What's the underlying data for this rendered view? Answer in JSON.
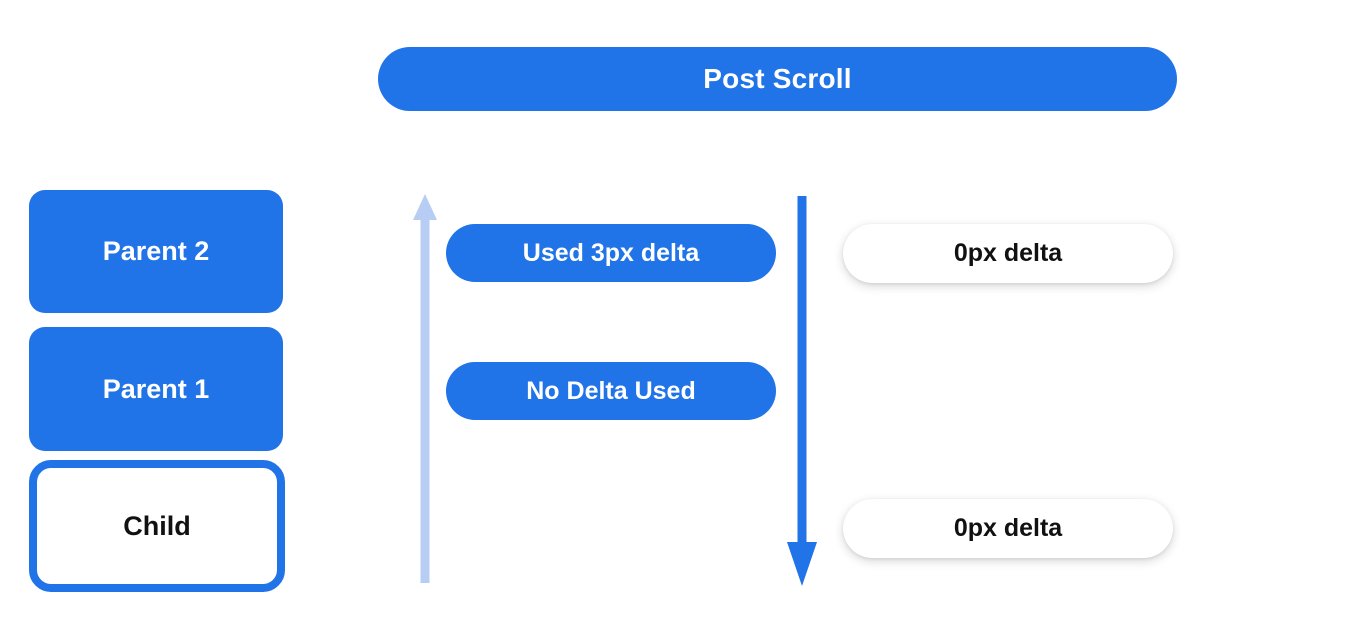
{
  "diagram": {
    "title": "Post Scroll",
    "nodes": {
      "parent2": "Parent 2",
      "parent1": "Parent 1",
      "child": "Child"
    },
    "annotations": {
      "used_delta": "Used 3px delta",
      "no_delta": "No Delta Used",
      "zero_delta_top": "0px delta",
      "zero_delta_bottom": "0px delta"
    },
    "arrows": {
      "up": "upward-propagation-arrow",
      "down": "downward-scroll-arrow"
    },
    "colors": {
      "primary_blue": "#2173E8",
      "light_blue": "#B7CDF4",
      "background": "#FFFFFF",
      "text_on_blue": "#FFFFFF",
      "text_dark": "#111111"
    }
  }
}
